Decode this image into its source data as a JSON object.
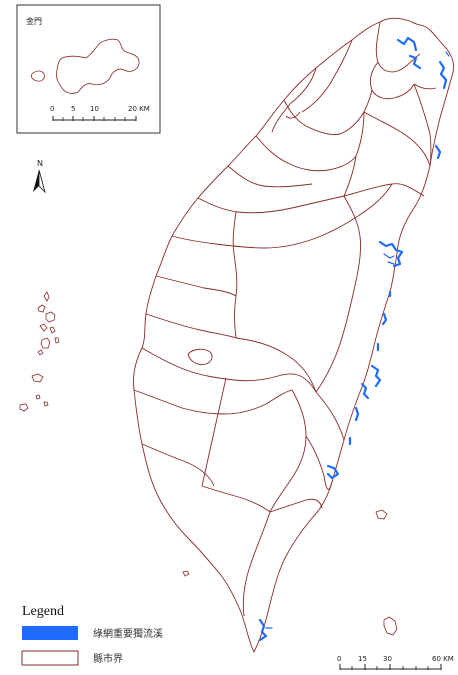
{
  "inset": {
    "title": "金門",
    "scale_labels": [
      "0",
      "5",
      "10",
      "20 KM"
    ]
  },
  "north_arrow": {
    "label": "N"
  },
  "legend": {
    "title": "Legend",
    "items": [
      {
        "label": "綠網重要獨流溪",
        "color": "#1e6bff"
      },
      {
        "label": "縣市界",
        "color": "#8a2a2a"
      }
    ]
  },
  "main_scale": {
    "labels": [
      "0",
      "15",
      "30",
      "60 KM"
    ]
  },
  "colors": {
    "boundary": "#8a2a2a",
    "stream": "#1e6bff"
  }
}
